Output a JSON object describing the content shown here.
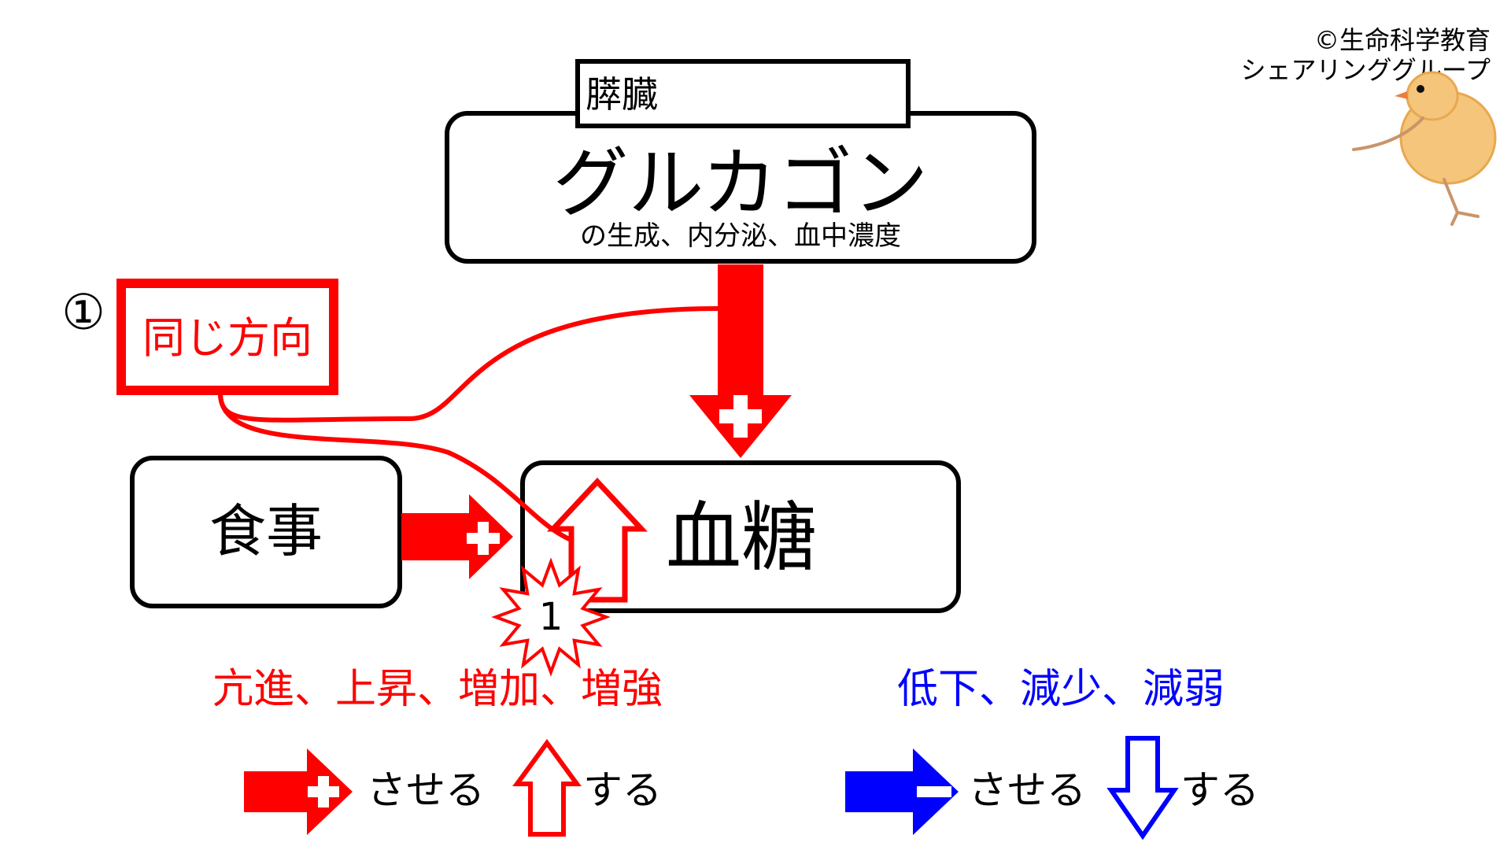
{
  "copyright": {
    "line1": "©生命科学教育",
    "line2": "シェアリンググループ"
  },
  "organ": {
    "label": "膵臓"
  },
  "hormone": {
    "title": "グルカゴン",
    "subtitle": "の生成、内分泌、血中濃度"
  },
  "relation": {
    "marker": "①",
    "label": "同じ方向"
  },
  "meal": {
    "label": "食事"
  },
  "blood_sugar": {
    "label": "血糖"
  },
  "badge": {
    "number": "1"
  },
  "legend": {
    "increase_terms": "亢進、上昇、増加、増強",
    "decrease_terms": "低下、減少、減弱",
    "cause_label": "させる",
    "self_label": "する"
  },
  "colors": {
    "increase": "#ff0000",
    "decrease": "#0000ff",
    "outline": "#000000",
    "text": "#000000"
  },
  "icons": {
    "plus": "plus-icon",
    "minus": "minus-icon",
    "mascot": "chick-mascot-icon"
  }
}
